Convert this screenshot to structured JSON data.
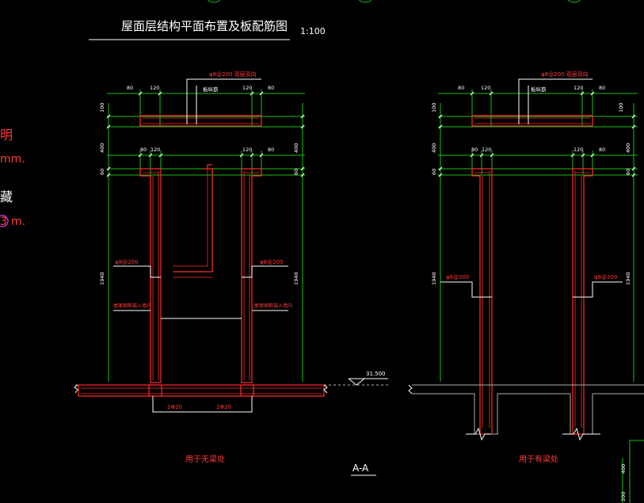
{
  "drawing": {
    "title": "屋面层结构平面布置及板配筋图",
    "scale": "1:100",
    "section_label": "A-A",
    "elevation": "31.500",
    "caption_left": "用于无梁处",
    "caption_right": "用于有梁处"
  },
  "side_notes": {
    "note_1": "明",
    "note_2": "mm.",
    "note_3": "藏",
    "note_4": "3",
    "note_5": "m."
  },
  "left_section": {
    "dims_top": [
      "80",
      "120",
      "120",
      "80"
    ],
    "dims_mid": [
      "80",
      "120",
      "120",
      "80"
    ],
    "dims_vert": [
      "100",
      "400",
      "60",
      "1940"
    ],
    "rebar_top": "φ8@200 双层双向",
    "rebar_top_2": "板纵筋",
    "rebar_left": "φ8@200",
    "rebar_right": "φ8@200",
    "note_left": "屋面钢筋锚入墙内",
    "note_right": "屋面钢筋锚入墙内",
    "bottom_left": "2Φ20",
    "bottom_right": "2Φ20"
  },
  "right_section": {
    "dims_top": [
      "80",
      "120",
      "120",
      "80"
    ],
    "dims_mid": [
      "80",
      "120",
      "120",
      "80"
    ],
    "dims_vert": [
      "100",
      "400",
      "60",
      "1940"
    ],
    "rebar_top": "φ8@200 双层双向",
    "rebar_top_2": "板纵筋",
    "rebar_left": "φ6@200",
    "rebar_right": "φ6@200"
  },
  "corner_dims": [
    "400",
    "200"
  ],
  "colors": {
    "background": "#000000",
    "structure": "#ff2b2b",
    "dimension": "#16c016",
    "text": "#ffffff"
  }
}
